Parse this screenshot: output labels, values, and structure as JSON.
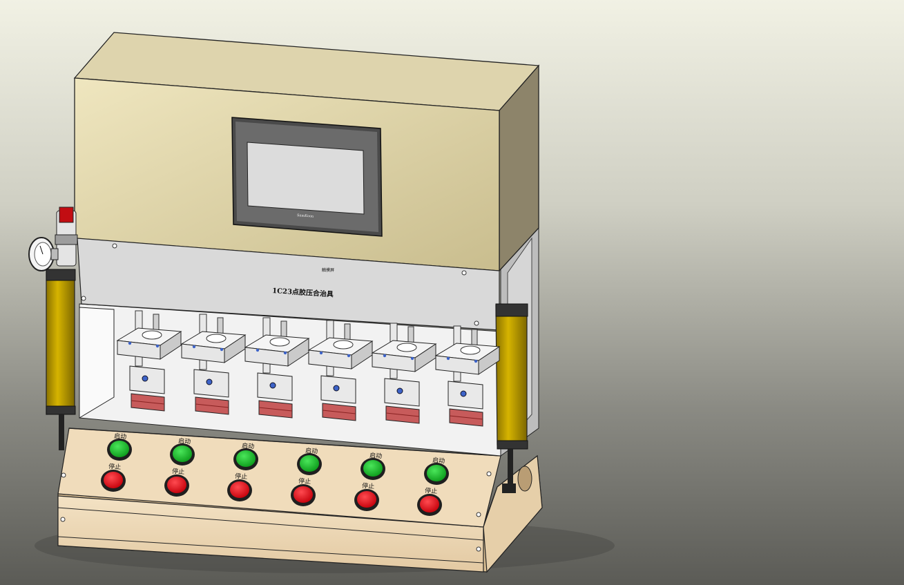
{
  "cabinet": {
    "title_plate": "1C23点胶压合治具",
    "small_label": "触摸屏",
    "hmi_brand": "SamKoon"
  },
  "stations": [
    {
      "start_label": "启动",
      "stop_label": "停止"
    },
    {
      "start_label": "启动",
      "stop_label": "停止"
    },
    {
      "start_label": "启动",
      "stop_label": "停止"
    },
    {
      "start_label": "启动",
      "stop_label": "停止"
    },
    {
      "start_label": "启动",
      "stop_label": "停止"
    },
    {
      "start_label": "启动",
      "stop_label": "停止"
    }
  ],
  "colors": {
    "enclosure": "#cfc396",
    "panel": "#d3d3d3",
    "base_wood": "#ecd7b6",
    "start_button": "#1bb52a",
    "stop_button": "#e5101a",
    "light_curtain": "#c8a400"
  },
  "icons": [
    "pressure-gauge-icon",
    "air-regulator-icon",
    "light-curtain-icon"
  ]
}
